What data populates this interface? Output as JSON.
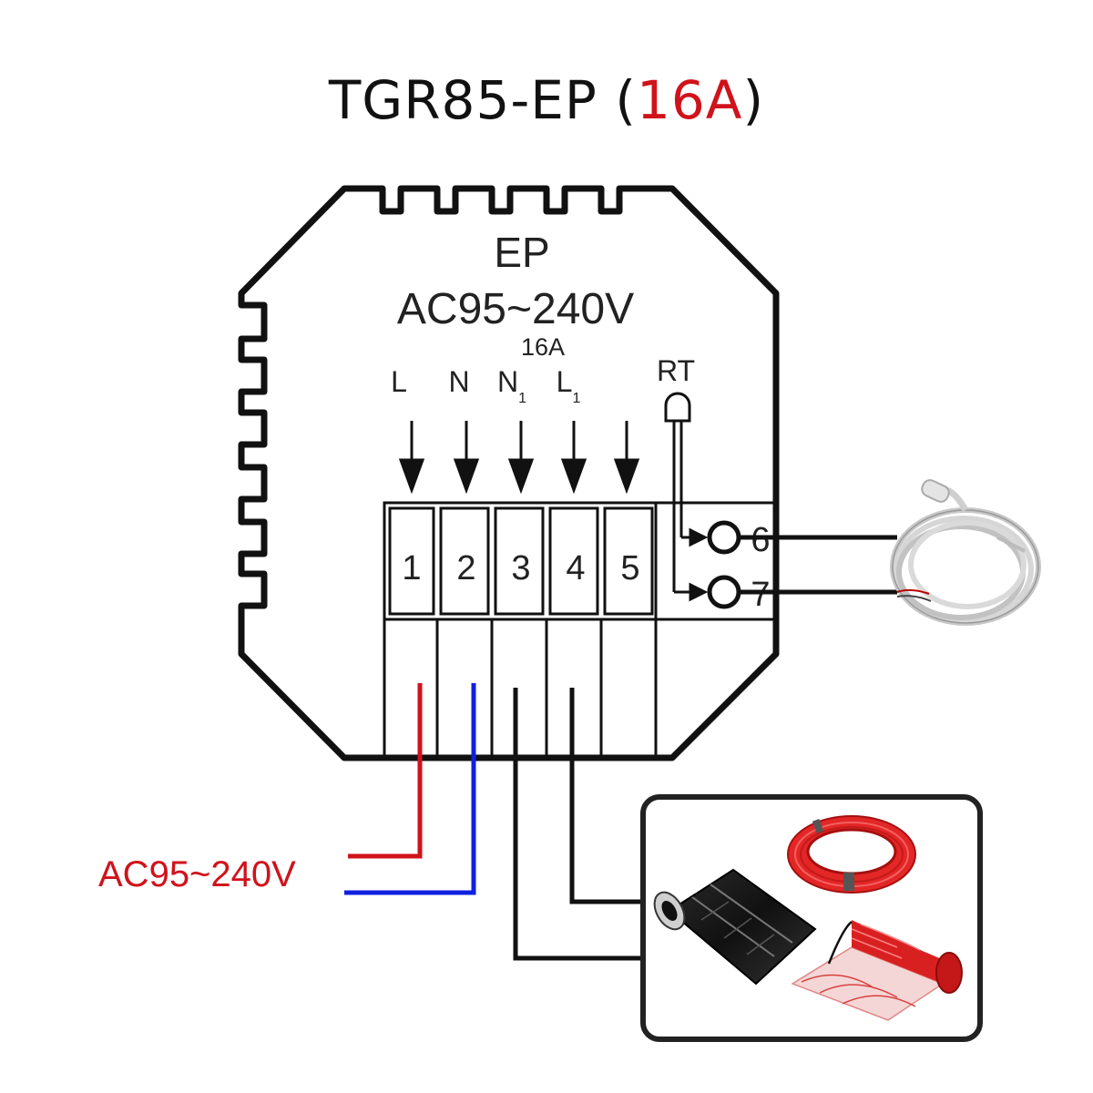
{
  "title": {
    "model": "TGR85-EP",
    "open_paren": "(",
    "current": "16A",
    "close_paren": ")"
  },
  "device": {
    "model_code": "EP",
    "voltage": "AC95~240V",
    "current": "16A",
    "sensor_label": "RT",
    "terminal_labels": [
      {
        "main": "L",
        "sub": ""
      },
      {
        "main": "N",
        "sub": ""
      },
      {
        "main": "N",
        "sub": "1"
      },
      {
        "main": "L",
        "sub": "1"
      }
    ],
    "terminals": [
      "1",
      "2",
      "3",
      "4",
      "5"
    ],
    "sensor_terminals": [
      "6",
      "7"
    ]
  },
  "supply": {
    "label": "AC95~240V",
    "live_color": "#d0121b",
    "neutral_color": "#1020e0"
  },
  "load": {
    "items": [
      "heating-film",
      "heating-cable-coil",
      "heating-mat"
    ]
  },
  "colors": {
    "accent": "#d0121b",
    "outline": "#111111"
  }
}
